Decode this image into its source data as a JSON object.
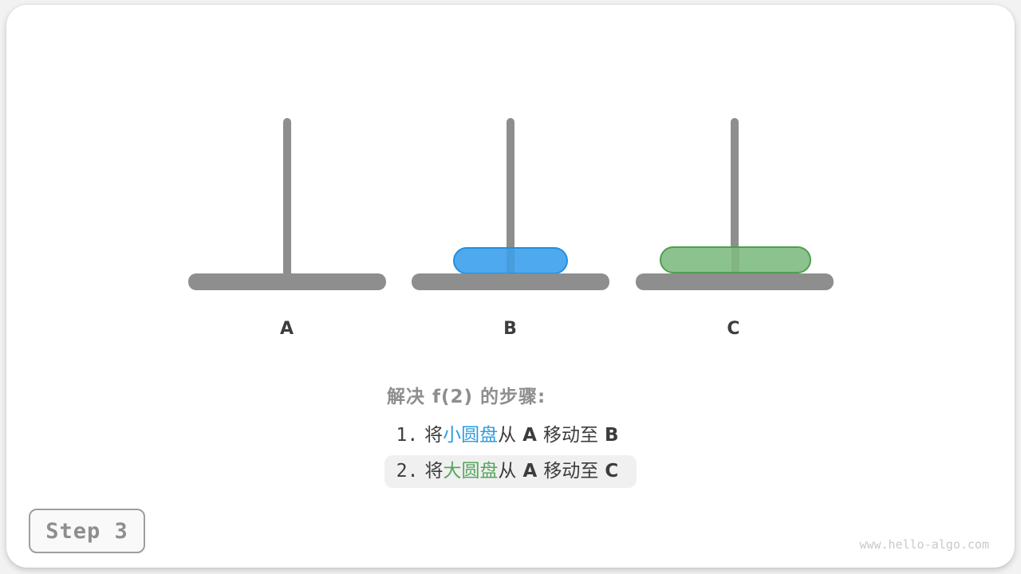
{
  "colors": {
    "page_bg": "#f2f2f2",
    "card_bg": "#ffffff",
    "gray": "#8e8e8e",
    "label_dark": "#3d3d3d",
    "text_dark": "#3c3c3c",
    "title_gray": "#8e8e8e",
    "blue_fill": "#4ea9ee",
    "blue_border": "#2490dd",
    "blue_text": "#2b9ce0",
    "green_fill": "#8cc28e",
    "green_border": "#4d9f52",
    "green_text": "#55a55a",
    "highlight": "#f0f0f0",
    "badge_bg": "#f9f9f9",
    "badge_border": "#9e9e9e",
    "badge_text": "#8e8e8e",
    "watermark": "#c9c9c9"
  },
  "pegs": [
    {
      "label": "A",
      "disks": []
    },
    {
      "label": "B",
      "disks": [
        {
          "size": "small",
          "color_name": "blue"
        }
      ]
    },
    {
      "label": "C",
      "disks": [
        {
          "size": "large",
          "color_name": "green"
        }
      ]
    }
  ],
  "steps": {
    "title": "解决 f(2) 的步骤:",
    "items": [
      {
        "highlighted": false,
        "num": "1.",
        "pre": "将",
        "disk_text": "小圆盘",
        "disk_color": "#2b9ce0",
        "mid": "从",
        "from": "A",
        "verb": "移动至",
        "to": "B"
      },
      {
        "highlighted": true,
        "num": "2.",
        "pre": "将",
        "disk_text": "大圆盘",
        "disk_color": "#55a55a",
        "mid": "从",
        "from": "A",
        "verb": "移动至",
        "to": "C"
      }
    ]
  },
  "step_badge": {
    "label": "Step 3"
  },
  "watermark": {
    "text": "www.hello-algo.com"
  }
}
